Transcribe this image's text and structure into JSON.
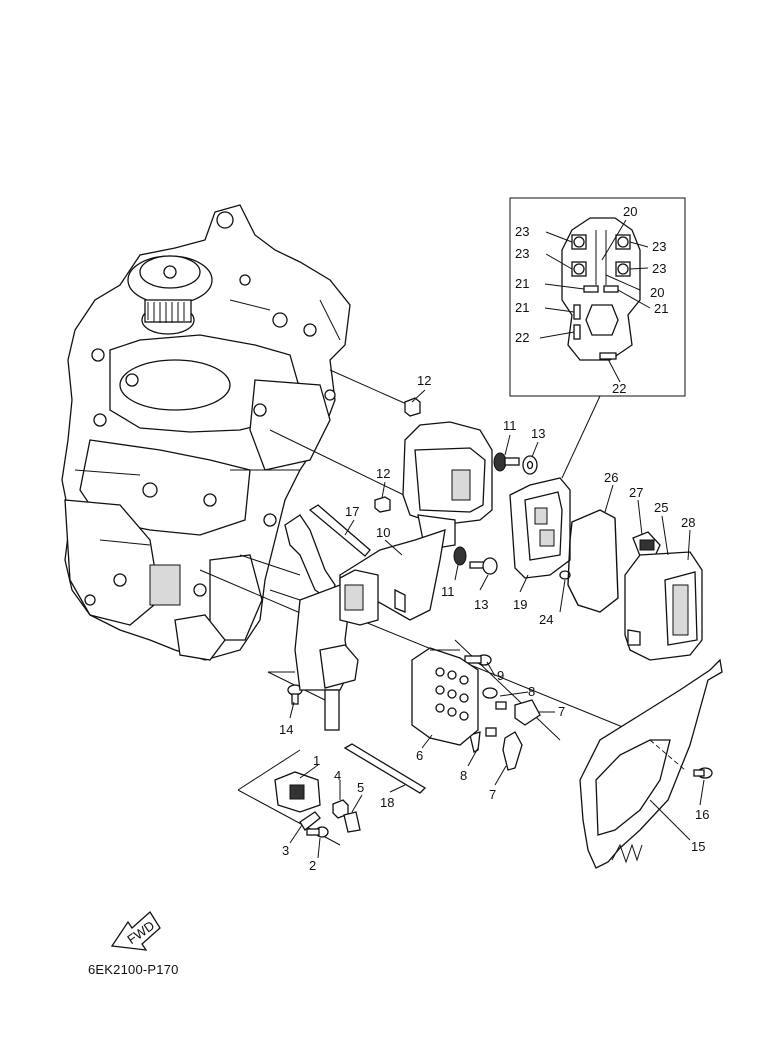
{
  "diagram": {
    "code": "6EK2100-P170",
    "forward_marker": "FWD",
    "callouts": {
      "c1": "1",
      "c2": "2",
      "c3": "3",
      "c4": "4",
      "c5": "5",
      "c6": "6",
      "c7a": "7",
      "c7b": "7",
      "c8a": "8",
      "c8b": "8",
      "c9": "9",
      "c10": "10",
      "c11a": "11",
      "c11b": "11",
      "c12a": "12",
      "c12b": "12",
      "c13a": "13",
      "c13b": "13",
      "c14": "14",
      "c15": "15",
      "c16": "16",
      "c17": "17",
      "c18": "18",
      "c19": "19",
      "c20a": "20",
      "c20b": "20",
      "c21a": "21",
      "c21b": "21",
      "c21c": "21",
      "c22a": "22",
      "c22b": "22",
      "c23a": "23",
      "c23b": "23",
      "c23c": "23",
      "c23d": "23",
      "c24": "24",
      "c25": "25",
      "c26": "26",
      "c27": "27",
      "c28": "28"
    }
  }
}
